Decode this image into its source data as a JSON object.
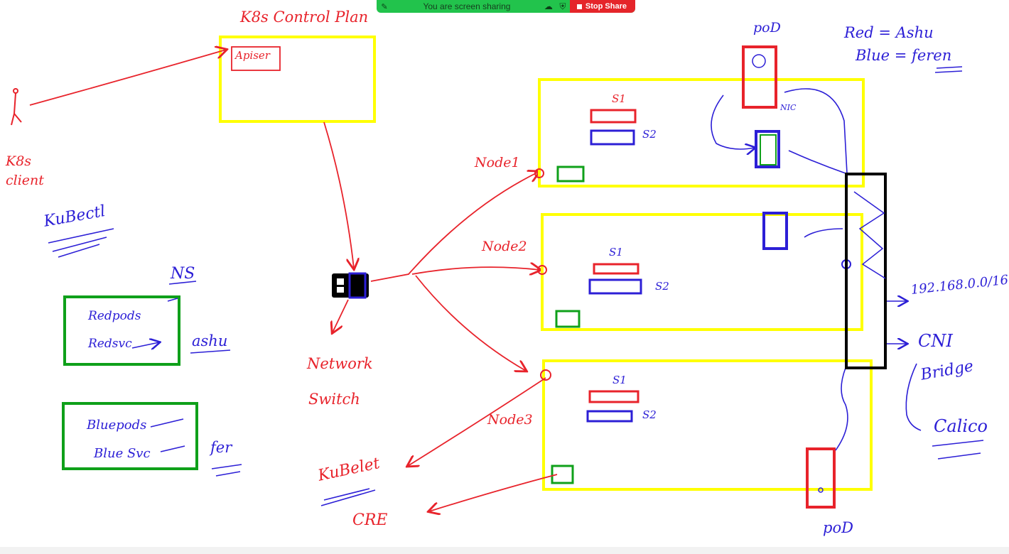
{
  "share_bar": {
    "message": "You are screen sharing",
    "stop_label": "Stop Share",
    "color_bar": "#22c34c",
    "color_stop": "#e5252a"
  },
  "colors": {
    "pen_red": "#e8232b",
    "pen_blue": "#2c1fd6",
    "pen_yellow": "#ffff00",
    "pen_green": "#0fa01a",
    "pen_black": "#000000"
  },
  "annotations": {
    "k8s_control_plane": "K8s Control Plan",
    "apiserver": "Apiser",
    "k8s_client": "K8s client",
    "kubectl": "KuBectl",
    "ns": "NS",
    "red_pods": "Redpods",
    "red_svc": "Redsvc",
    "ashu": "ashu",
    "blue_pods": "Bluepods",
    "blue_svc": "Blue Svc",
    "fer": "fer",
    "network": "Network",
    "switch": "Switch",
    "kubelet": "KuBelet",
    "cre": "CRE",
    "node1": "Node1",
    "node2": "Node2",
    "node3": "Node3",
    "s1": "S1",
    "s2": "S2",
    "pod_top": "poD",
    "pod_bottom": "poD",
    "nic": "NIC",
    "legend_red": "Red = Ashu",
    "legend_blue": "Blue = feren",
    "cidr": "192.168.0.0/16",
    "cni": "CNI",
    "bridge": "Bridge",
    "calico": "Calico"
  }
}
